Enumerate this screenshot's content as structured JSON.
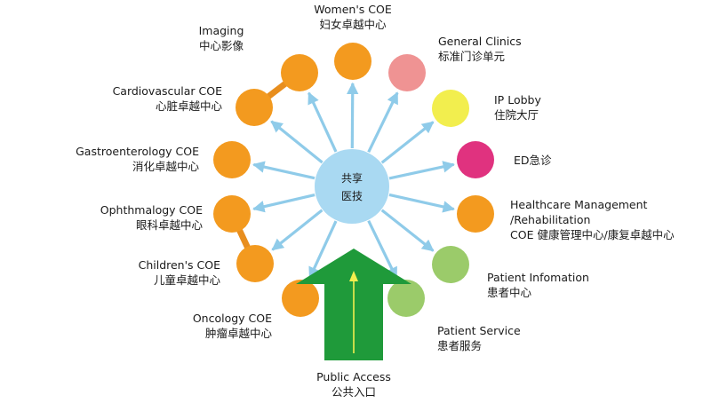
{
  "center": {
    "line1": "共享",
    "line2": "医技",
    "color": "#a9d9f2"
  },
  "colors": {
    "orange": "#f39a1f",
    "pink": "#ef9393",
    "yellow": "#f2ee4e",
    "magenta": "#e0327f",
    "light_green": "#9bcb6a",
    "arrow_blue": "#8fcbe9",
    "connector": "#e88e1e",
    "access_arrow": "#1f9a3a",
    "access_arrow_line": "#f2ee4e"
  },
  "nodes": [
    {
      "id": "womens",
      "en": "Women's COE",
      "zh": "妇女卓越中心",
      "color": "orange"
    },
    {
      "id": "general-clinics",
      "en": "General  Clinics",
      "zh": "标准门诊单元",
      "color": "pink"
    },
    {
      "id": "ip-lobby",
      "en": "IP Lobby",
      "zh": "住院大厅",
      "color": "yellow"
    },
    {
      "id": "ed",
      "en": "ED急诊",
      "zh": "",
      "color": "magenta"
    },
    {
      "id": "healthcare-mgmt",
      "en": "Healthcare Management",
      "en2": "/Rehabilitation",
      "zh": "COE 健康管理中心/康复卓越中心",
      "color": "orange"
    },
    {
      "id": "patient-info",
      "en": "Patient Infomation",
      "zh": "患者中心",
      "color": "light_green"
    },
    {
      "id": "patient-service",
      "en": "Patient Service",
      "zh": "患者服务",
      "color": "light_green"
    },
    {
      "id": "oncology",
      "en": "Oncology COE",
      "zh": "肿瘤卓越中心",
      "color": "orange"
    },
    {
      "id": "childrens",
      "en": "Children's COE",
      "zh": "儿童卓越中心",
      "color": "orange"
    },
    {
      "id": "ophthalmology",
      "en": "Ophthmalogy COE",
      "zh": "眼科卓越中心",
      "color": "orange"
    },
    {
      "id": "gastro",
      "en": "Gastroenterology COE",
      "zh": "消化卓越中心",
      "color": "orange"
    },
    {
      "id": "cardio",
      "en": "Cardiovascular COE",
      "zh": "心脏卓越中心",
      "color": "orange"
    },
    {
      "id": "imaging",
      "en": "Imaging",
      "zh": "中心影像",
      "color": "orange"
    }
  ],
  "access": {
    "en": "Public Access",
    "zh": "公共入口"
  }
}
